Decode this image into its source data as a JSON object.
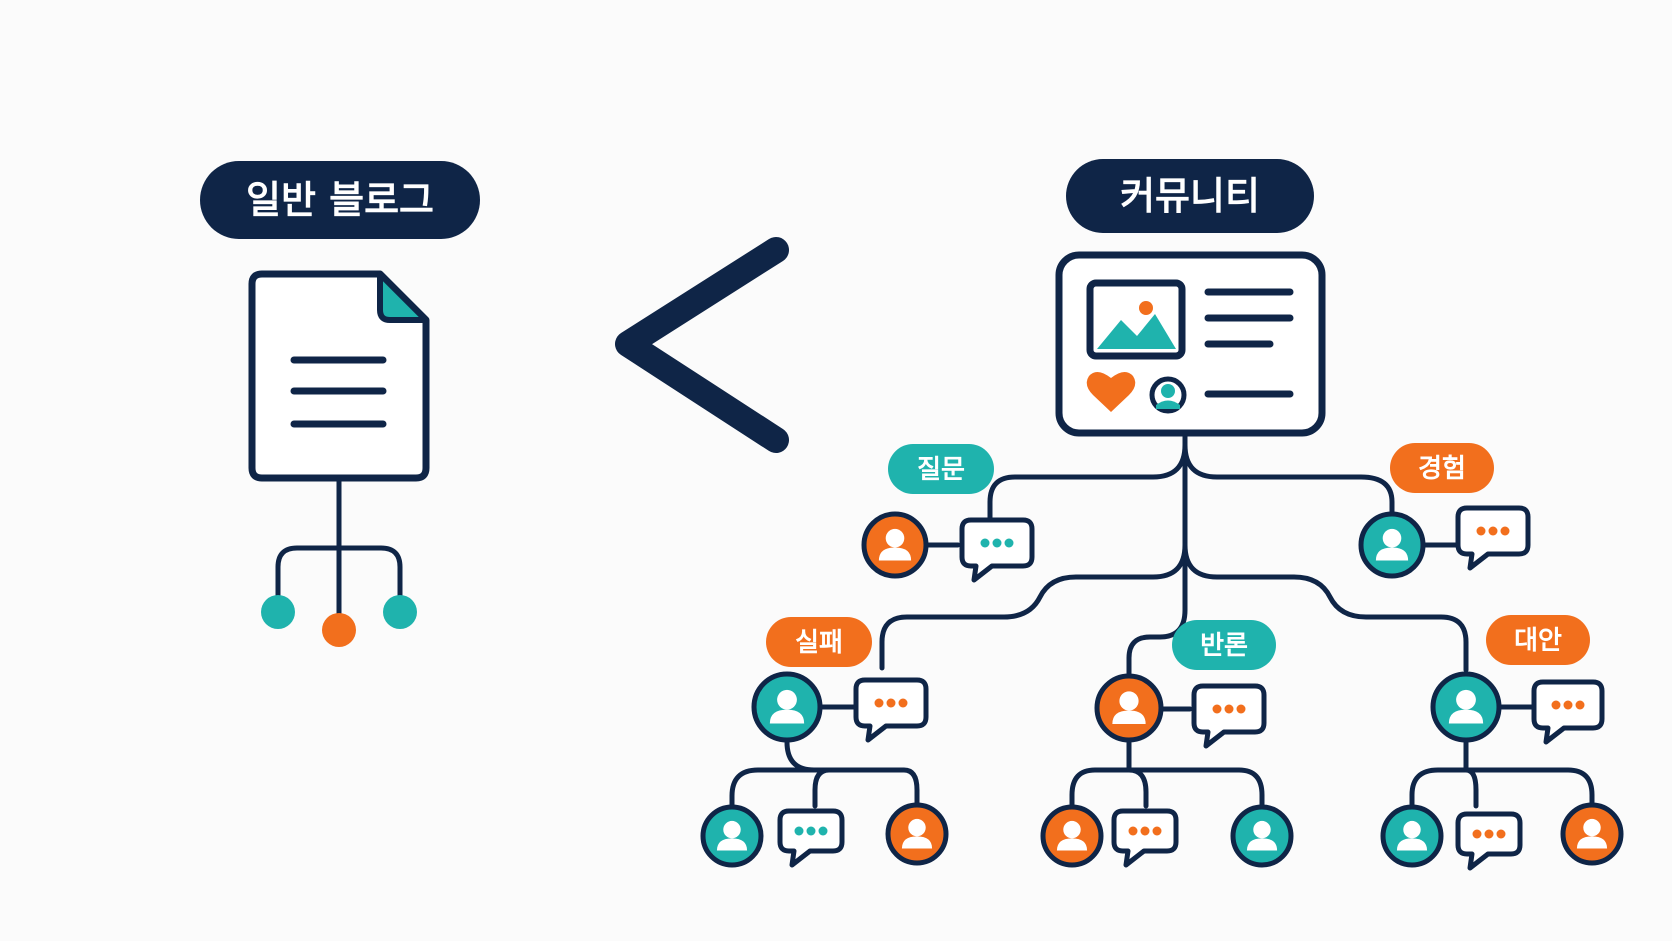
{
  "colors": {
    "navy": "#0f2547",
    "teal": "#1fb3ad",
    "orange": "#f26f1d",
    "background": "#fbfbfb"
  },
  "left": {
    "title": "일반 블로그",
    "icon": "document-icon"
  },
  "comparison": {
    "symbol_icon": "less-than-icon"
  },
  "right": {
    "title": "커뮤니티",
    "post_icons": [
      "image-icon",
      "heart-icon",
      "avatar-icon"
    ],
    "tags": {
      "question": "질문",
      "experience": "경험",
      "failure": "실패",
      "rebuttal": "반론",
      "alternative": "대안"
    }
  }
}
